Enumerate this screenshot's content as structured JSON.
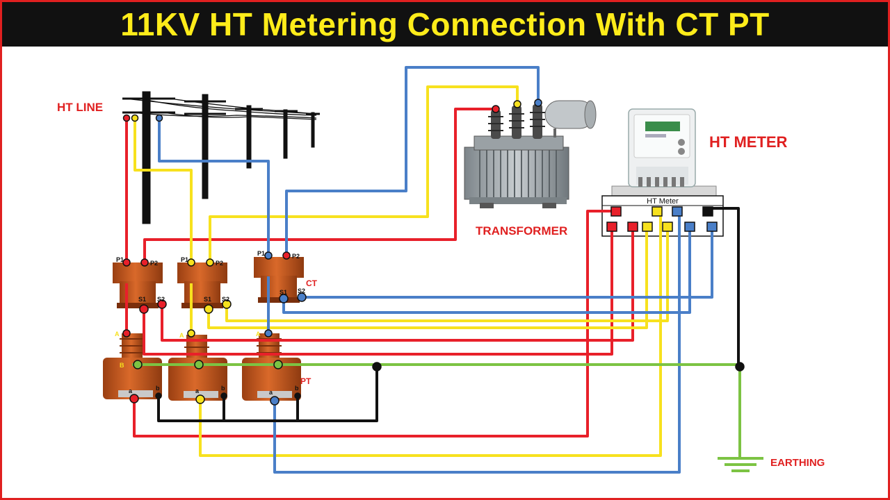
{
  "title": "11KV HT Metering Connection With CT PT",
  "labels": {
    "ht_line": "HT LINE",
    "transformer": "TRANSFORMER",
    "ht_meter": "HT METER",
    "meter_box": "HT Meter",
    "ct": "CT",
    "pt": "PT",
    "earthing": "EARTHING"
  },
  "terminals": {
    "p1": "P1",
    "p2": "P2",
    "s1": "S1",
    "s2": "S2",
    "a_upper": "A",
    "b_upper": "B",
    "a_lower": "a",
    "b_lower": "b"
  },
  "colors": {
    "red_phase": "#e8202a",
    "yellow_phase": "#f7e11e",
    "blue_phase": "#4a7fc8",
    "neutral_black": "#111111",
    "earth_green": "#7cc343",
    "title_bg": "#111111",
    "title_text": "#ffec1a",
    "label_red": "#e02020",
    "ct_pt_body": "#c0561e"
  },
  "icons": [
    "utility-pole-icon",
    "transformer-icon",
    "energy-meter-icon",
    "current-transformer-icon",
    "potential-transformer-icon",
    "earthing-symbol-icon"
  ]
}
